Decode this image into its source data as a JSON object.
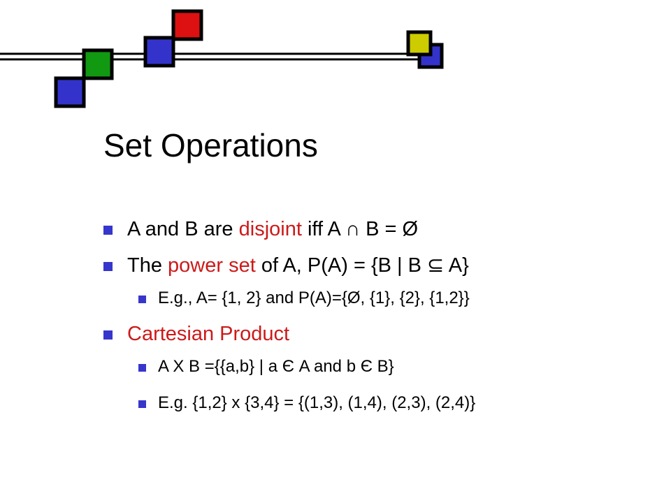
{
  "colors": {
    "accent_red": "#cc1a1a",
    "bullet_blue": "#3636cc",
    "square_blue": "#3333cc",
    "square_green": "#119911",
    "square_red": "#dd1111",
    "square_yellow": "#cccc00"
  },
  "slide": {
    "title": "Set Operations",
    "bullets": {
      "b1": {
        "before": "A and B are ",
        "hl": "disjoint",
        "after": " iff A ∩ B = Ø"
      },
      "b2": {
        "before": "The ",
        "hl": "power set",
        "after": " of A, P(A) = {B | B ⊆ A}"
      },
      "b2a": {
        "text": "E.g., A= {1, 2} and P(A)={Ø, {1}, {2}, {1,2}}"
      },
      "b3": {
        "hl": "Cartesian Product"
      },
      "b3a": {
        "text": "A X B ={{a,b} | a Є A and b Є B}"
      },
      "b3b": {
        "text": "E.g. {1,2} x {3,4} = {(1,3), (1,4), (2,3), (2,4)}"
      }
    }
  }
}
